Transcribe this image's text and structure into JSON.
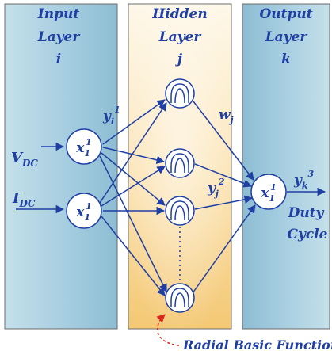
{
  "panels": {
    "input": {
      "line1": "Input",
      "line2": "Layer",
      "line3": "i"
    },
    "hidden": {
      "line1": "Hidden",
      "line2": "Layer",
      "line3": "j"
    },
    "output": {
      "line1": "Output",
      "line2": "Layer",
      "line3": "k"
    }
  },
  "inputs": {
    "vdc": {
      "base": "V",
      "sub": "DC"
    },
    "idc": {
      "base": "I",
      "sub": "DC"
    }
  },
  "node_label": {
    "base": "x",
    "sub": "1",
    "sup": "1"
  },
  "connection_labels": {
    "yi1": {
      "base": "y",
      "sub": "i",
      "sup": "1"
    },
    "wj": {
      "base": "w",
      "sub": "j"
    },
    "yj2": {
      "base": "y",
      "sub": "j",
      "sup": "2"
    },
    "yk3": {
      "base": "y",
      "sub": "k",
      "sup": "3"
    }
  },
  "output_label": {
    "line1": "Duty",
    "line2": "Cycle"
  },
  "callout": "Radial Basic Function",
  "colors": {
    "text_blue": "#1f3fa3",
    "panel_blue": "#a9cedd",
    "hidden_light": "#fdf4e0",
    "hidden_dark": "#f5cf86",
    "arrow_red": "#d9251c"
  }
}
